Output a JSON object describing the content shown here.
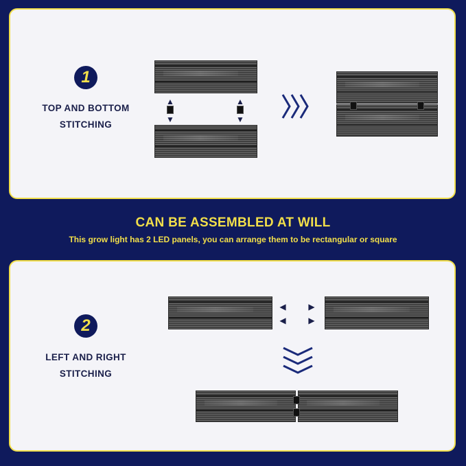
{
  "headline": "CAN BE ASSEMBLED AT WILL",
  "subline": "This grow light has 2 LED panels, you can arrange them to be rectangular or square",
  "step1": {
    "number": "1",
    "label_line1": "TOP AND BOTTOM",
    "label_line2": "STITCHING"
  },
  "step2": {
    "number": "2",
    "label_line1": "LEFT AND RIGHT",
    "label_line2": "STITCHING"
  },
  "colors": {
    "background": "#0f1a5c",
    "accent": "#f2df4a",
    "card": "#f4f4f8",
    "text": "#1a1f4a"
  },
  "icons": {
    "chevron_right": "chevron-right-triple-icon",
    "chevron_down": "chevron-down-triple-icon"
  }
}
